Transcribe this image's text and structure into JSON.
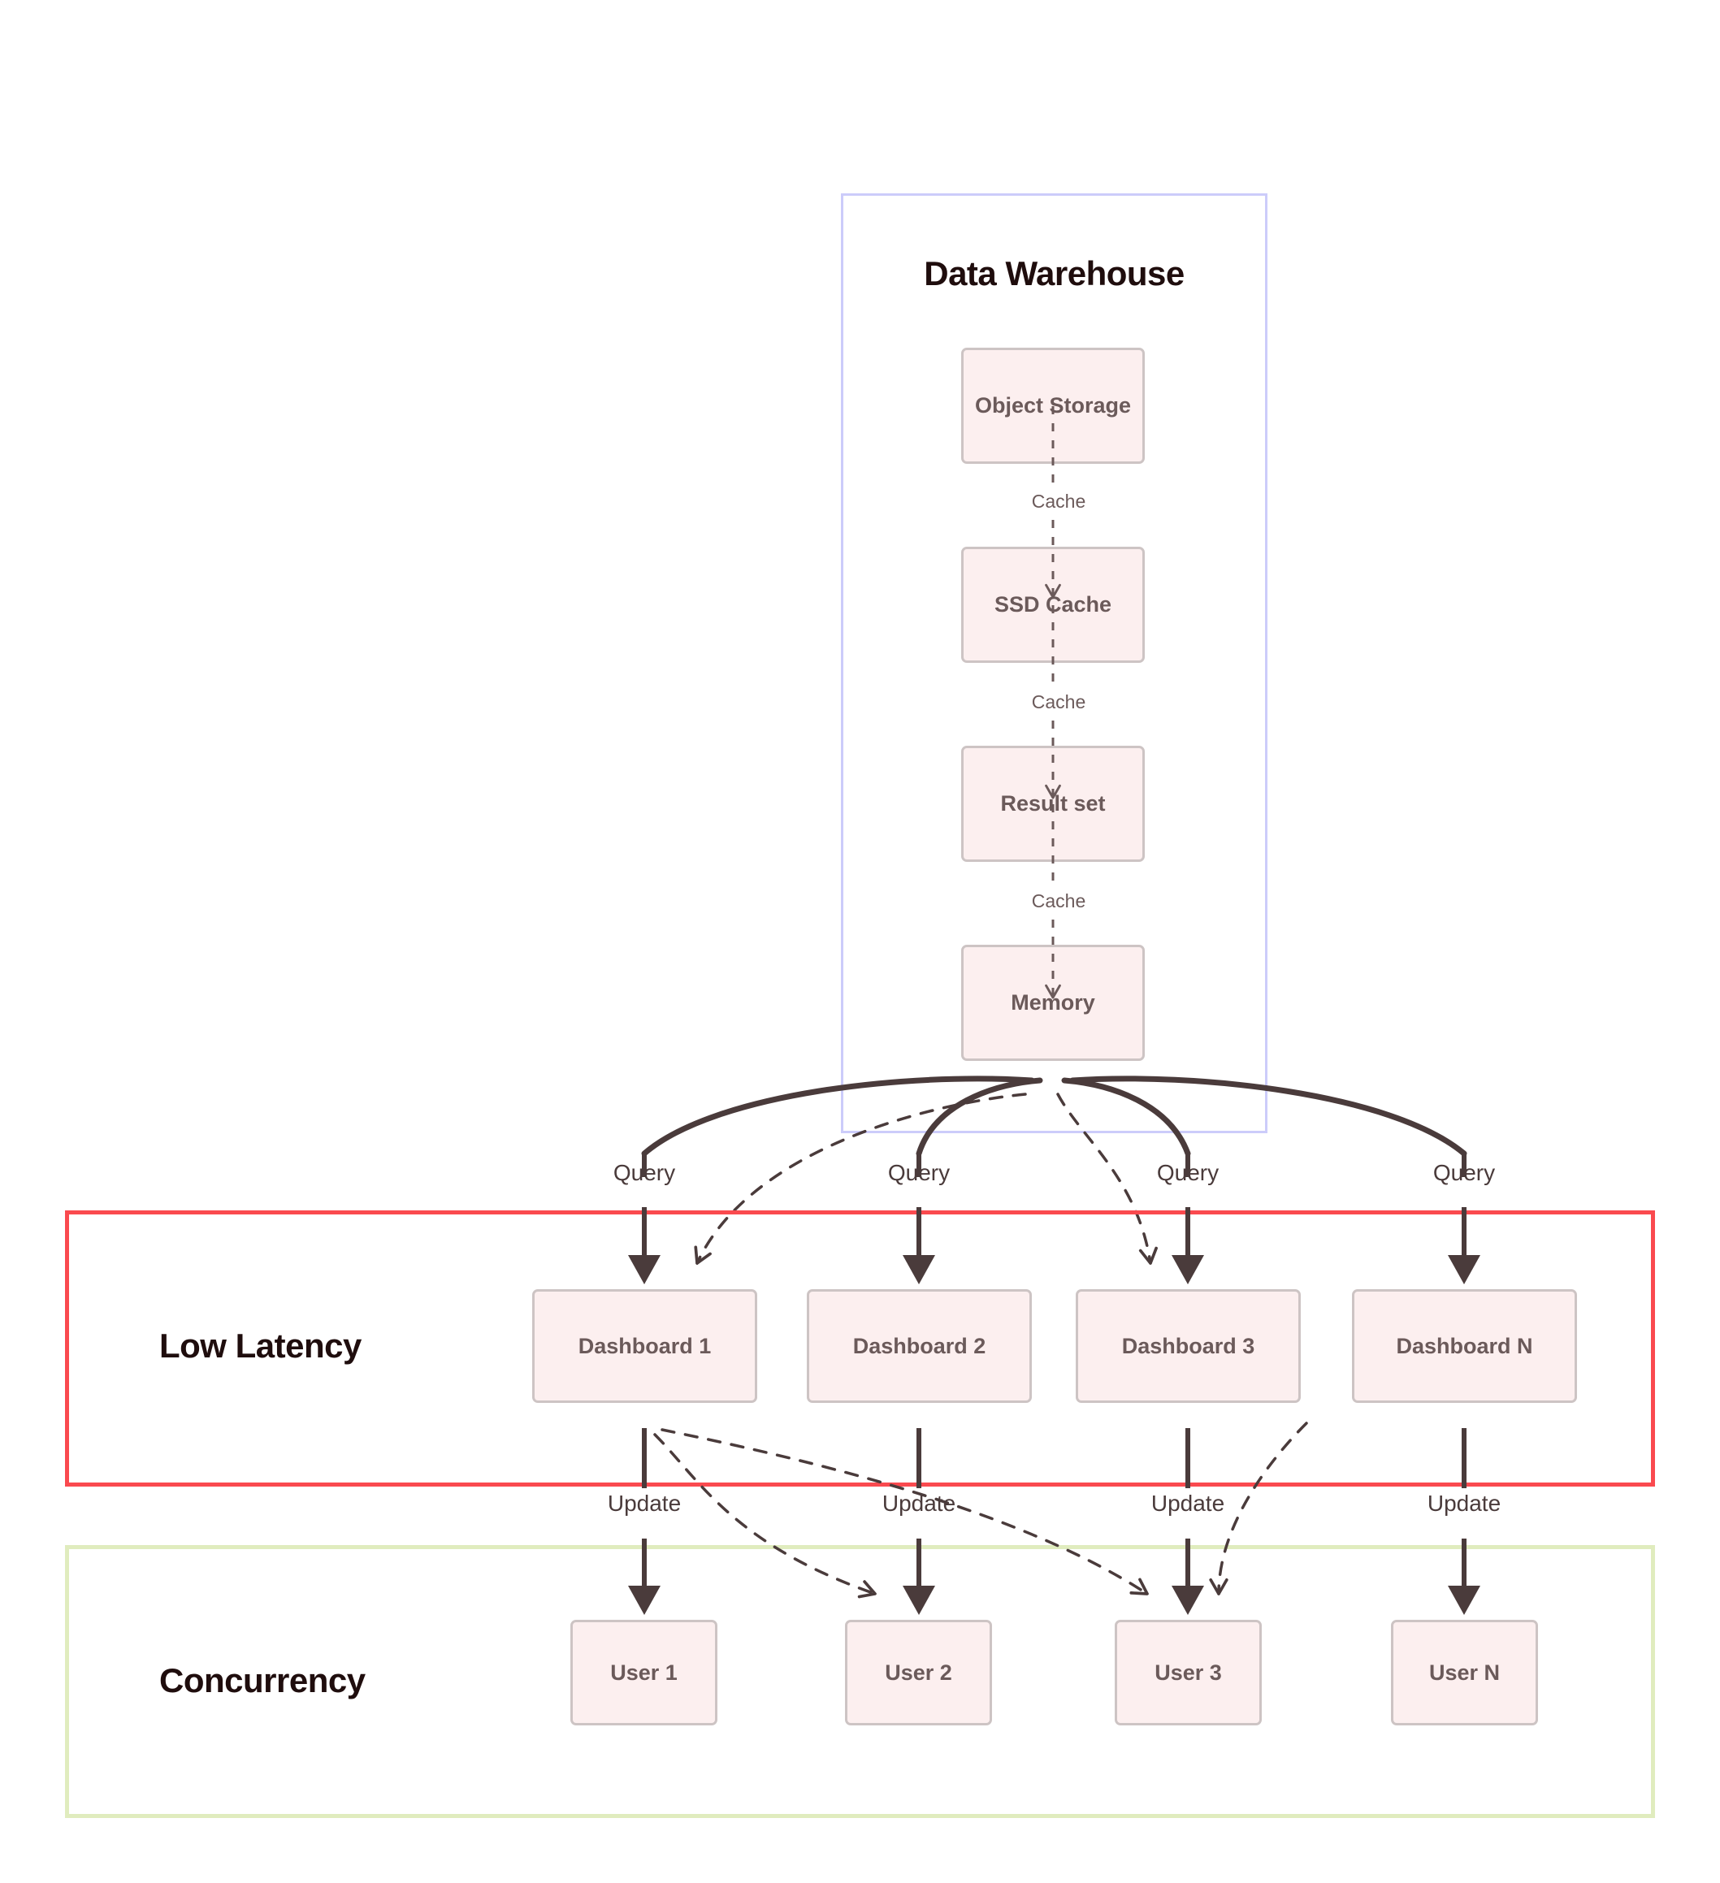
{
  "diagram": {
    "title": "Data Warehouse",
    "warehouse": {
      "label": "Data Warehouse",
      "stack": [
        {
          "label": "Object Storage"
        },
        {
          "label": "SSD Cache"
        },
        {
          "label": "Result set"
        },
        {
          "label": "Memory"
        }
      ],
      "edge_labels": [
        "Cache",
        "Cache",
        "Cache"
      ]
    },
    "query_labels": [
      "Query",
      "Query",
      "Query",
      "Query"
    ],
    "update_labels": [
      "Update",
      "Update",
      "Update",
      "Update"
    ],
    "low_latency": {
      "title": "Low Latency",
      "dashboards": [
        {
          "label": "Dashboard 1"
        },
        {
          "label": "Dashboard 2"
        },
        {
          "label": "Dashboard 3"
        },
        {
          "label": "Dashboard N"
        }
      ]
    },
    "concurrency": {
      "title": "Concurrency",
      "users": [
        {
          "label": "User 1"
        },
        {
          "label": "User 2"
        },
        {
          "label": "User 3"
        },
        {
          "label": "User N"
        }
      ]
    },
    "colors": {
      "node_fill": "#fcefef",
      "node_border": "#cdc4c4",
      "node_text": "#6b5a5a",
      "warehouse_border": "#ccccfa",
      "low_latency_border": "#fa4a4f",
      "concurrency_border": "#e0ecbe",
      "connector": "#4a3b3b",
      "title_text": "#1f0d0d"
    }
  }
}
